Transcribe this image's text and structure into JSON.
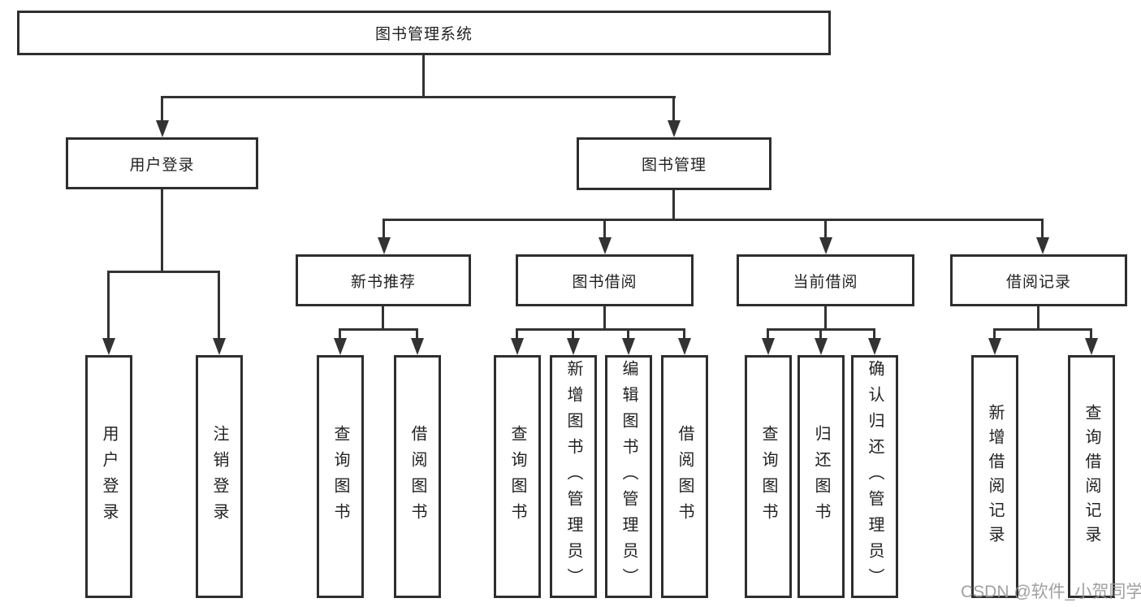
{
  "chart": {
    "root": "图书管理系统",
    "branches": [
      {
        "label": "用户登录",
        "children": [
          {
            "label": "用户登录"
          },
          {
            "label": "注销登录"
          }
        ]
      },
      {
        "label": "图书管理",
        "children": [
          {
            "label": "新书推荐",
            "children": [
              {
                "label": "查询图书"
              },
              {
                "label": "借阅图书"
              }
            ]
          },
          {
            "label": "图书借阅",
            "children": [
              {
                "label": "查询图书"
              },
              {
                "label": "新增图书（管理员）"
              },
              {
                "label": "编辑图书（管理员）"
              },
              {
                "label": "借阅图书"
              }
            ]
          },
          {
            "label": "当前借阅",
            "children": [
              {
                "label": "查询图书"
              },
              {
                "label": "归还图书"
              },
              {
                "label": "确认归还（管理员）"
              }
            ]
          },
          {
            "label": "借阅记录",
            "children": [
              {
                "label": "新增借阅记录"
              },
              {
                "label": "查询借阅记录"
              }
            ]
          }
        ]
      }
    ]
  },
  "watermark": "CSDN @软件_小贺同学",
  "colors": {
    "line": "#333333",
    "box_border": "#2e2e2e",
    "text": "#222222",
    "watermark": "#969696",
    "background": "#ffffff"
  }
}
